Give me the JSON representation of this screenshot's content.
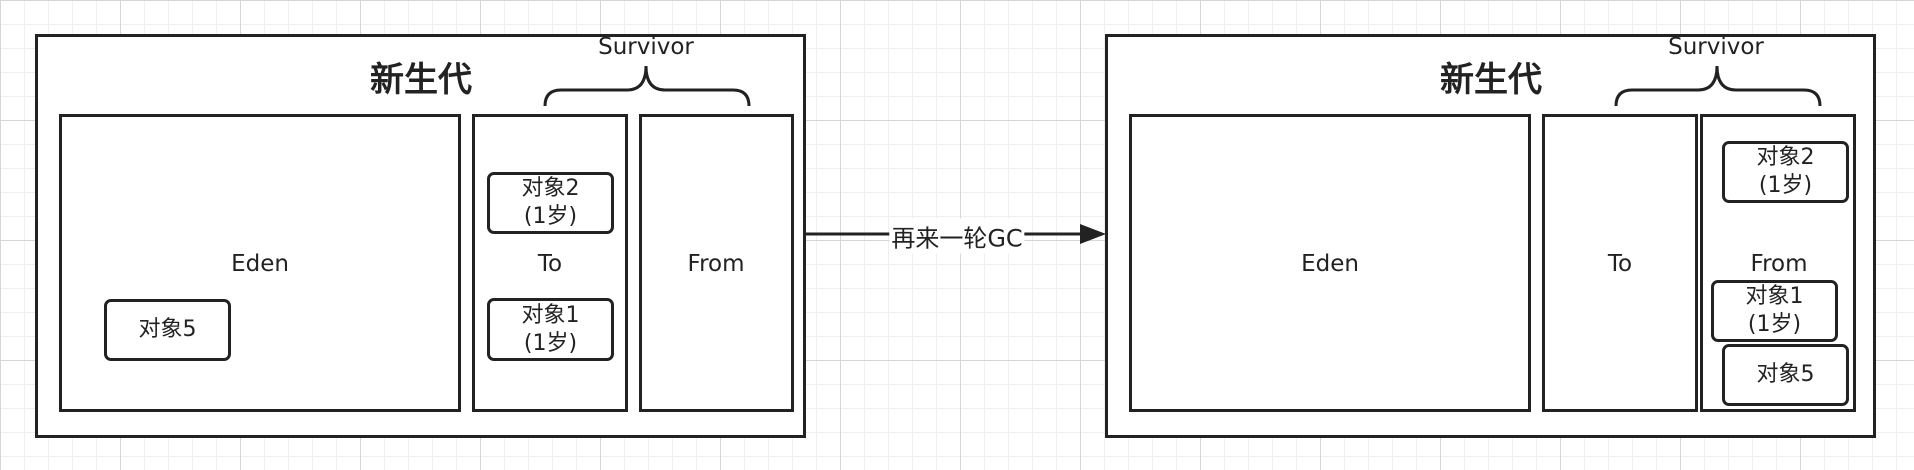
{
  "diagram": {
    "transition_label": "再来一轮GC",
    "before": {
      "title": "新生代",
      "survivor_label": "Survivor",
      "eden_label": "Eden",
      "to_label": "To",
      "from_label": "From",
      "obj_eden_5": "对象5",
      "obj_to_2": {
        "name": "对象2",
        "age": "(1岁)"
      },
      "obj_to_1": {
        "name": "对象1",
        "age": "(1岁)"
      }
    },
    "after": {
      "title": "新生代",
      "survivor_label": "Survivor",
      "eden_label": "Eden",
      "to_label": "To",
      "from_label": "From",
      "obj_from_2": {
        "name": "对象2",
        "age": "(1岁)"
      },
      "obj_from_1": {
        "name": "对象1",
        "age": "(1岁)"
      },
      "obj_from_5": "对象5"
    }
  }
}
